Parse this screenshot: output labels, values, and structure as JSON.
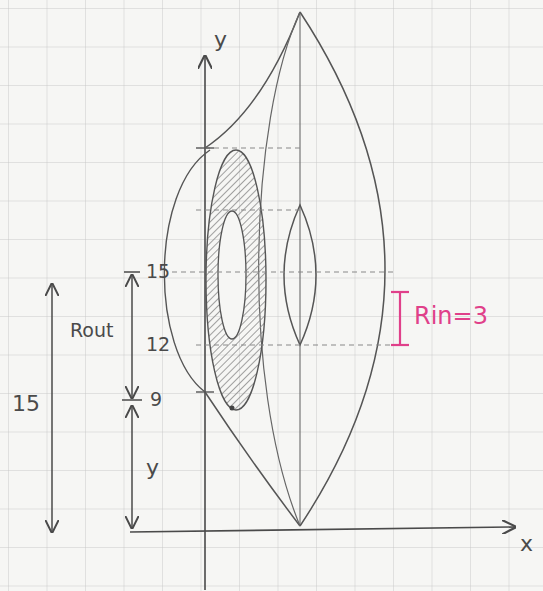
{
  "diagram": {
    "labels": [
      "y",
      "15",
      "12",
      "Rout",
      "9",
      "15",
      "y",
      "Rin=3",
      "x"
    ]
  }
}
